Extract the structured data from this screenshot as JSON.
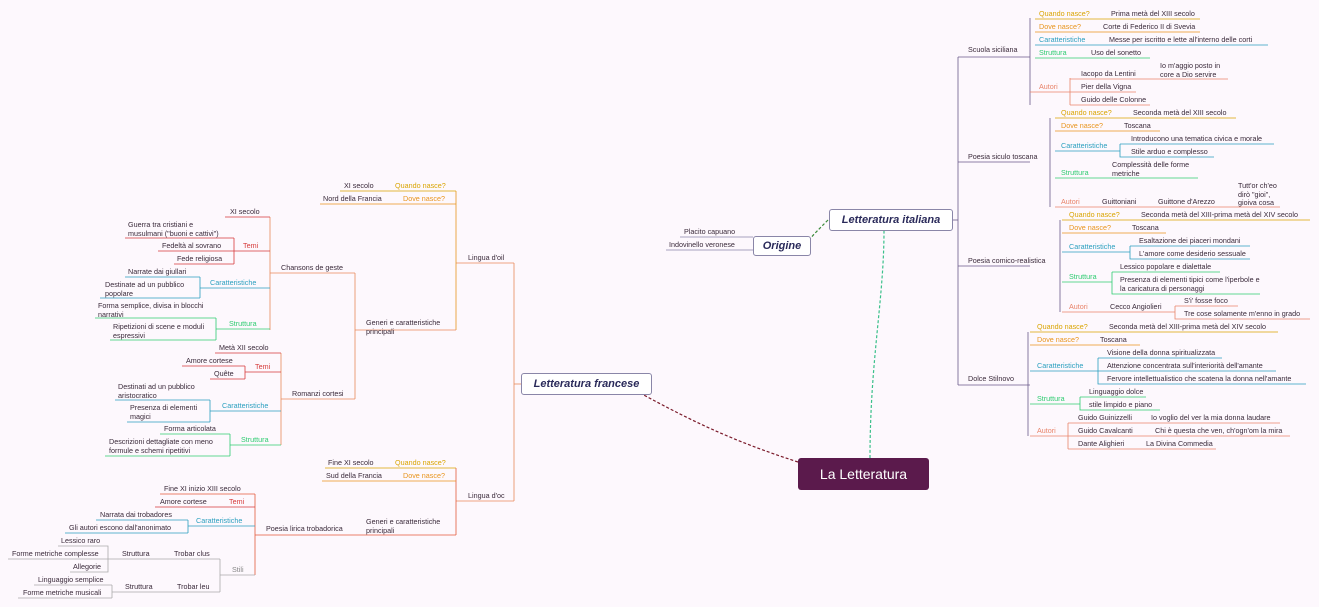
{
  "root": "La Letteratura",
  "main": {
    "it": "Letteratura italiana",
    "fr": "Letteratura francese",
    "or": "Origine"
  },
  "origin": [
    "Placito capuano",
    "Indovinello veronese"
  ],
  "keys": {
    "quando": "Quando nasce?",
    "dove": "Dove nasce?",
    "caratt": "Caratteristiche",
    "strutt": "Struttura",
    "autori": "Autori",
    "temi": "Temi",
    "stili": "Stili"
  },
  "it": {
    "sic": {
      "name": "Scuola siciliana",
      "quando": "Prima metà del XIII secolo",
      "dove": "Corte di Federico II di Svevia",
      "caratt": "Messe per iscritto e lette all'interno delle corti",
      "strutt": "Uso del sonetto",
      "a1": "Iacopo da Lentini",
      "a1w": "Io m'aggio posto in core a Dio servire",
      "a2": "Pier della Vigna",
      "a3": "Guido delle Colonne"
    },
    "sct": {
      "name": "Poesia siculo toscana",
      "quando": "Seconda metà del XIII secolo",
      "dove": "Toscana",
      "c1": "Introducono una tematica civica e morale",
      "c2": "Stile arduo e complesso",
      "strutt": "Complessità delle forme metriche",
      "a1": "Guittoniani",
      "a2": "Guittone d'Arezzo",
      "a2w": "Tutt'or ch'eo dirò \"gioi\", gioiva cosa"
    },
    "cr": {
      "name": "Poesia comico-realistica",
      "quando": "Seconda metà del XIII-prima metà del XIV secolo",
      "dove": "Toscana",
      "c1": "Esaltazione dei piaceri mondani",
      "c2": "L'amore come desiderio sessuale",
      "s1": "Lessico popolare e dialettale",
      "s2": "Presenza di elementi tipici come l'iperbole e la caricatura di personaggi",
      "a1": "Cecco Angiolieri",
      "w1": "S'i' fosse foco",
      "w2": "Tre cose solamente m'enno in grado"
    },
    "ds": {
      "name": "Dolce Stilnovo",
      "quando": "Seconda metà del XIII-prima metà del XIV secolo",
      "dove": "Toscana",
      "c1": "Visione della donna spiritualizzata",
      "c2": "Attenzione concentrata sull'interiorità dell'amante",
      "c3": "Fervore intellettualistico che scatena la donna nell'amante",
      "s1": "Linguaggio dolce",
      "s2": "stile limpido e piano",
      "a1": "Guido Guinizzelli",
      "a1w": "Io voglio del ver la mia donna laudare",
      "a2": "Guido Cavalcanti",
      "a2w": "Chi è questa che ven, ch'ogn'om la mira",
      "a3": "Dante Alighieri",
      "a3w": "La Divina Commedia"
    }
  },
  "fr": {
    "oil": {
      "name": "Lingua d'oil",
      "quando": "XI secolo",
      "dove": "Nord della Francia",
      "generi": "Generi e caratteristiche principali",
      "cg": {
        "name": "Chansons de geste",
        "time": "XI secolo",
        "t1": "Guerra tra cristiani e musulmani (\"buoni e cattivi\")",
        "t2": "Fedeltà al sovrano",
        "t3": "Fede religiosa",
        "c1": "Narrate dai giullari",
        "c2": "Destinate ad un pubblico popolare",
        "s1": "Forma semplice, divisa in blocchi narrativi",
        "s2": "Ripetizioni di scene e moduli espressivi"
      },
      "rc": {
        "name": "Romanzi cortesi",
        "time": "Metà XII secolo",
        "t1": "Amore cortese",
        "t2": "Quête",
        "c1": "Destinati ad un pubblico aristocratico",
        "c2": "Presenza di elementi magici",
        "s1": "Forma articolata",
        "s2": "Descrizioni dettagliate con meno formule e schemi ripetitivi"
      }
    },
    "oc": {
      "name": "Lingua d'oc",
      "quando": "Fine XI secolo",
      "dove": "Sud della Francia",
      "generi": "Generi e caratteristiche principali",
      "plt": {
        "name": "Poesia lirica trobadorica",
        "time": "Fine XI inizio XIII secolo",
        "t1": "Amore cortese",
        "c1": "Narrata dai trobadores",
        "c2": "Gli autori escono dall'anonimato",
        "tc": "Trobar clus",
        "tc1": "Lessico raro",
        "tc2": "Forme metriche complesse",
        "tc3": "Allegorie",
        "tl": "Trobar leu",
        "tl1": "Linguaggio semplice",
        "tl2": "Forme metriche musicali"
      }
    }
  },
  "colors": {
    "root": "#5b1a4c",
    "quando": "#d9a400",
    "dove": "#e8941c",
    "caratt": "#2a9fbf",
    "strutt": "#2ecc71",
    "autori": "#e8846a",
    "temi": "#d63a3a",
    "it": "#6a5a8a",
    "fr": "#e88a5a",
    "oc": "#e35a3a"
  }
}
